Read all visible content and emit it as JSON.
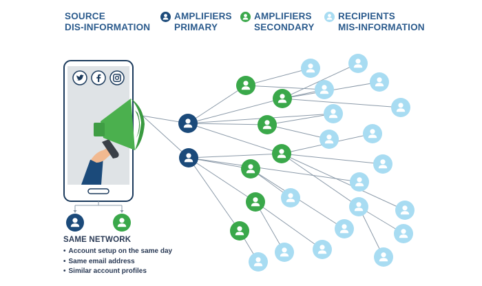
{
  "legend": {
    "source": {
      "line1": "SOURCE",
      "line2": "DIS-INFORMATION"
    },
    "primary": {
      "line1": "AMPLIFIERS",
      "line2": "PRIMARY",
      "color": "#1b4a7a"
    },
    "secondary": {
      "line1": "AMPLIFIERS",
      "line2": "SECONDARY",
      "color": "#3aa84a"
    },
    "recipients": {
      "line1": "RECIPIENTS",
      "line2": "MIS-INFORMATION",
      "color": "#a8dcf2"
    }
  },
  "phone": {
    "social_icons": [
      "twitter-icon",
      "facebook-icon",
      "instagram-icon"
    ],
    "megaphone_color": "#4bb04e"
  },
  "same_network": {
    "title": "SAME NETWORK",
    "items": [
      "Account setup on the same day",
      "Same email address",
      "Similar account profiles"
    ]
  },
  "colors": {
    "primary": "#1b4a7a",
    "secondary": "#3aa84a",
    "recipient": "#a8dcf2",
    "line": "#8a99a8",
    "text": "#2a5a8c"
  }
}
